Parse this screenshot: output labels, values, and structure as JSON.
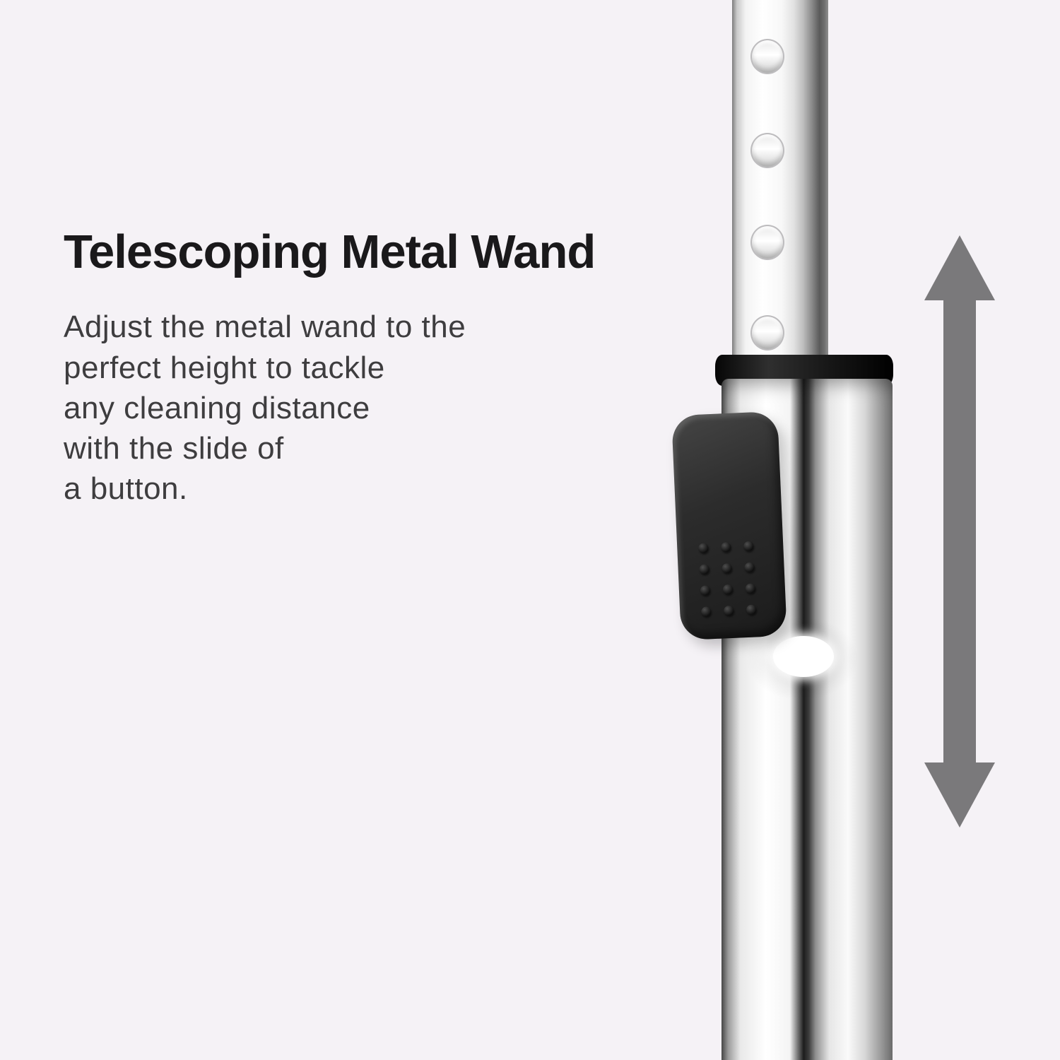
{
  "page": {
    "background_color": "#f5f2f6"
  },
  "feature": {
    "title": "Telescoping Metal Wand",
    "description_lines": [
      "Adjust the metal wand to the",
      "perfect height to tackle",
      "any cleaning distance",
      "with the slide of",
      "a button."
    ]
  },
  "graphic": {
    "subject": "telescoping metal vacuum wand with slide adjustment button",
    "arrow_icon": "up-down-arrow-icon",
    "colors": {
      "title_text": "#1a191b",
      "body_text": "#3e3d3f",
      "arrow_gray": "#7a797b",
      "button_black": "#2c2c2c",
      "collar_black": "#0d0d0d",
      "background": "#f5f2f6"
    }
  }
}
